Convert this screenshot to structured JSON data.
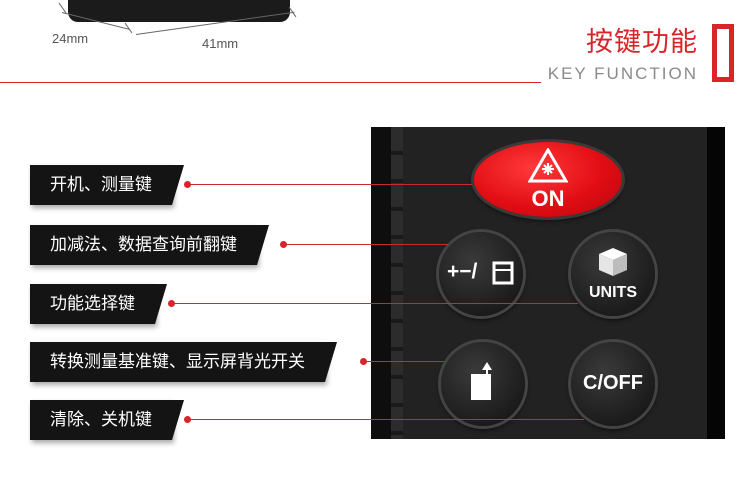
{
  "dimensions": {
    "depth": "24mm",
    "width": "41mm"
  },
  "section": {
    "title_cn": "按键功能",
    "title_en": "KEY FUNCTION"
  },
  "device": {
    "buttons": [
      {
        "id": "on",
        "label": "ON",
        "icon": "laser-warning-icon"
      },
      {
        "id": "plus-minus",
        "label": "+−/",
        "icon": "area-icon"
      },
      {
        "id": "units",
        "label": "UNITS",
        "icon": "cube-icon"
      },
      {
        "id": "reference",
        "label": "",
        "icon": "reference-base-icon"
      },
      {
        "id": "coff",
        "label": "C/OFF",
        "icon": ""
      }
    ]
  },
  "callouts": [
    {
      "text": "开机、测量键"
    },
    {
      "text": "加减法、数据查询前翻键"
    },
    {
      "text": "功能选择键"
    },
    {
      "text": "转换测量基准键、显示屏背光开关"
    },
    {
      "text": "清除、关机键"
    }
  ],
  "colors": {
    "accent": "#d9252a",
    "label_bg": "#141414",
    "device": "#1b1b1b"
  }
}
